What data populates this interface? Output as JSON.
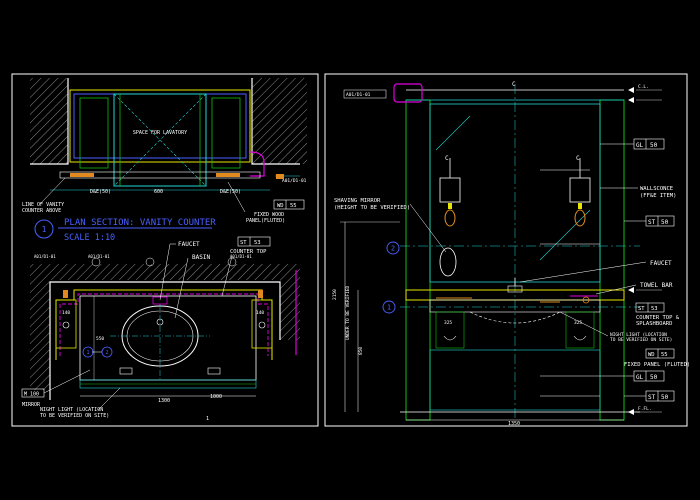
{
  "colors": {
    "background": "#000000",
    "wall": "#ffffff",
    "hatch": "#9a9a9a",
    "cyan": "#22d6d6",
    "yellow": "#e6e600",
    "green": "#10c010",
    "magenta": "#e000e0",
    "blue": "#4a60ff",
    "orange": "#e08a20",
    "label": "#ffffff"
  },
  "plan": {
    "space_label": "SPACE FOR LAVATORY",
    "title": "PLAN SECTION: VANITY COUNTER",
    "scale": "SCALE 1:10",
    "bubble_number": "1",
    "line_of_counter": "LINE OF VANITY\nCOUNTER ABOVE",
    "fixed_wood_panel": "FIXED WOOD\nPANEL(FLUTED)",
    "wd_tag": "WD 55",
    "faucet": "FAUCET",
    "basin": "BASIN",
    "counter_top": "COUNTER TOP",
    "st_tag": "ST 53",
    "mirror": "MIRROR",
    "nightlight": "NIGHT LIGHT (LOCATION\nTO BE VERIFIED ON SITE)",
    "callout_1": "1",
    "callout_2": "2",
    "dim_bottom": "1300",
    "page_number": "1"
  },
  "elevation": {
    "shaving_mirror": "SHAVING MIRROR\n(HEIGHT TO BE VERIFIED)",
    "wall_sconce": "WALLSCONCE\n(FF&E ITEM)",
    "faucet": "FAUCET",
    "towel_bar": "TOWEL BAR",
    "counter_splash": "COUNTER TOP &\nSPLASHBOARD",
    "night_light": "NIGHT LIGHT (LOCATION\nTO BE VERIFIED ON SITE)",
    "fixed_panel": "FIXED PANEL (FLUTED)",
    "gl_tag": "GL 50",
    "st_tag": "ST 50",
    "st_tag_2": "ST 53",
    "wd_tag": "WD 55",
    "gl_tag_2": "GL 50",
    "st_tag_3": "ST 50",
    "vertical_text": "UNDER TO BE VERIFIED",
    "callout_1": "1",
    "callout_2": "2",
    "dim_bottom": "1350"
  }
}
